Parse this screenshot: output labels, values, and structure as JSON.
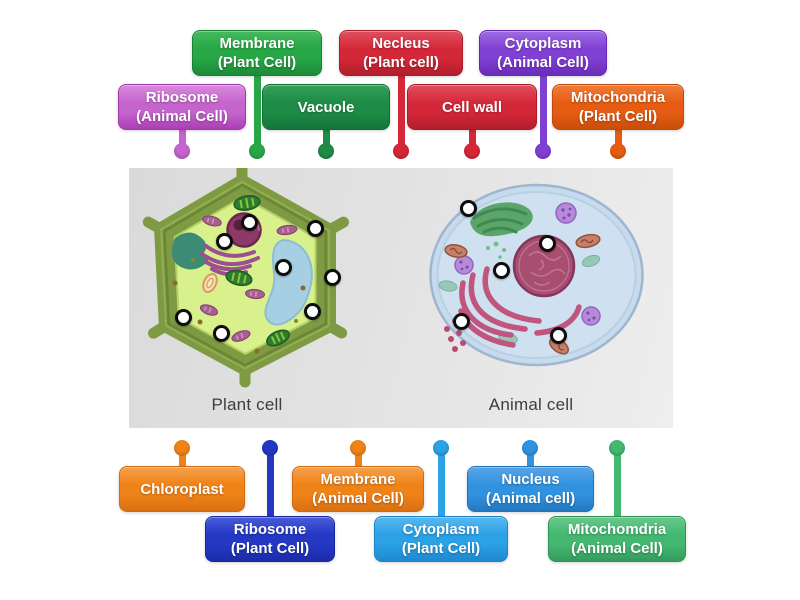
{
  "activity": {
    "type": "labelled-diagram",
    "drop_target_count": 13
  },
  "labels": {
    "top": [
      {
        "text": "Ribosome",
        "subtext": "(Animal Cell)",
        "color": "#c564cd"
      },
      {
        "text": "Membrane",
        "subtext": "(Plant Cell)",
        "color": "#28a746"
      },
      {
        "text": "Vacuole",
        "subtext": "",
        "color": "#1e8c46"
      },
      {
        "text": "Necleus",
        "subtext": "(Plant cell)",
        "color": "#d42838"
      },
      {
        "text": "Cell wall",
        "subtext": "",
        "color": "#d42838"
      },
      {
        "text": "Cytoplasm",
        "subtext": "(Animal Cell)",
        "color": "#8040d4"
      },
      {
        "text": "Mitochondria",
        "subtext": "(Plant Cell)",
        "color": "#e65c12"
      }
    ],
    "bottom": [
      {
        "text": "Chloroplast",
        "subtext": "",
        "color": "#f08318"
      },
      {
        "text": "Ribosome",
        "subtext": "(Plant Cell)",
        "color": "#2438c4"
      },
      {
        "text": "Membrane",
        "subtext": "(Animal Cell)",
        "color": "#f08318"
      },
      {
        "text": "Cytoplasm",
        "subtext": "(Plant Cell)",
        "color": "#2ba1e6"
      },
      {
        "text": "Nucleus",
        "subtext": "(Animal cell)",
        "color": "#3193e0"
      },
      {
        "text": "Mitochomdria",
        "subtext": "(Animal Cell)",
        "color": "#44b871"
      }
    ]
  },
  "diagram": {
    "plant_caption": "Plant cell",
    "animal_caption": "Animal cell",
    "plant_targets": 8,
    "animal_targets": 5
  }
}
